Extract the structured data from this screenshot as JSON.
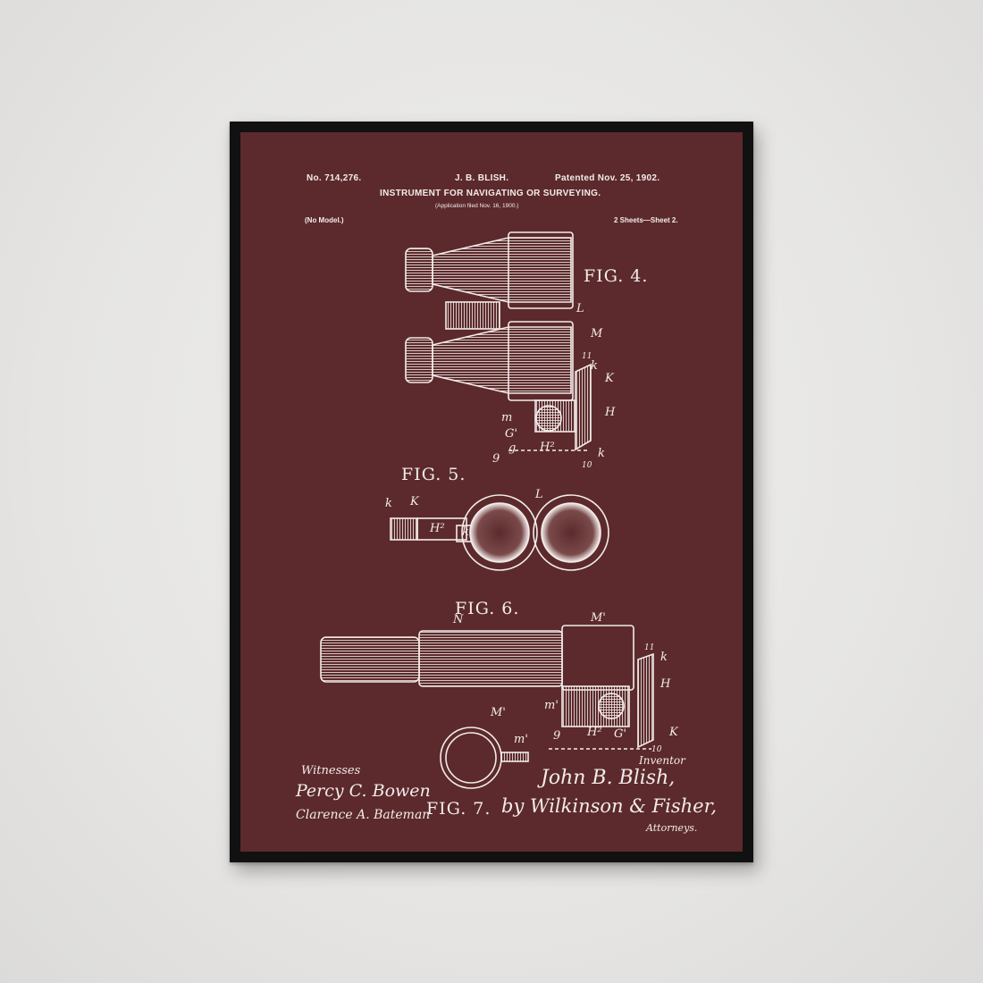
{
  "poster": {
    "patent_number": "No. 714,276.",
    "inventor_header": "J. B. BLISH.",
    "patented_date": "Patented Nov. 25, 1902.",
    "title": "INSTRUMENT FOR NAVIGATING OR SURVEYING.",
    "application_filed": "(Application filed Nov. 16, 1900.)",
    "no_model": "(No Model.)",
    "sheets": "2 Sheets—Sheet 2.",
    "figures": {
      "fig4": "FIG. 4.",
      "fig5": "FIG. 5.",
      "fig6": "FIG. 6.",
      "fig7": "FIG. 7."
    },
    "labels": {
      "fig4": [
        "L",
        "M",
        "11",
        "k",
        "K",
        "H",
        "m",
        "G'",
        "g",
        "H²",
        "9",
        "k",
        "10"
      ],
      "fig5": [
        "k",
        "K",
        "L",
        "H²",
        "k"
      ],
      "fig6": [
        "N",
        "M'",
        "11",
        "k",
        "H",
        "m'",
        "9",
        "H²",
        "G'",
        "K",
        "10",
        "M'",
        "m'"
      ]
    },
    "witnesses_label": "Witnesses",
    "witness_1": "Percy C. Bowen",
    "witness_2": "Clarence A. Bateman",
    "inventor_signature": "John B. Blish,",
    "inventor_label": "Inventor",
    "attorney_signature": "by Wilkinson & Fisher,",
    "attorneys_label": "Attorneys."
  },
  "colors": {
    "wall": "#e9e8e6",
    "frame": "#111111",
    "print_background": "#5c2a2c",
    "ink": "#f2ecea"
  }
}
